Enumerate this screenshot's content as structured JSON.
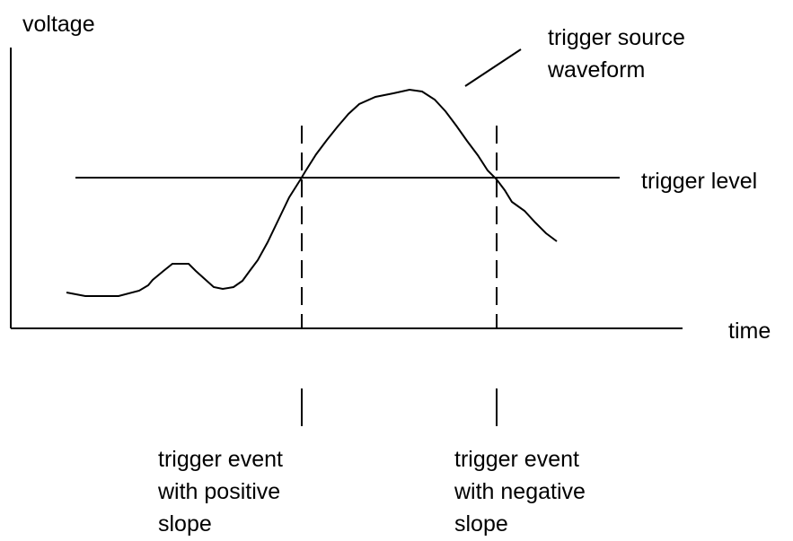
{
  "labels": {
    "voltage": "voltage",
    "time": "time",
    "trigger_level": "trigger level",
    "waveform_line1": "trigger source",
    "waveform_line2": "waveform",
    "positive_line1": "trigger event",
    "positive_line2": "with positive",
    "positive_line3": "slope",
    "negative_line1": "trigger event",
    "negative_line2": "with negative",
    "negative_line3": "slope"
  }
}
